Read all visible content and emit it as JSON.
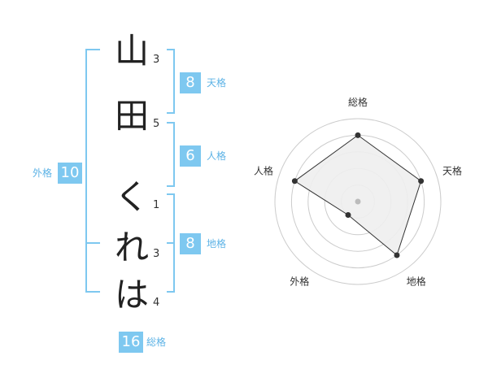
{
  "characters": [
    {
      "char": "山",
      "strokes": "3"
    },
    {
      "char": "田",
      "strokes": "5"
    },
    {
      "char": "く",
      "strokes": "1"
    },
    {
      "char": "れ",
      "strokes": "3"
    },
    {
      "char": "は",
      "strokes": "4"
    }
  ],
  "kakusu": {
    "tenkaku": {
      "label": "天格",
      "value": "8"
    },
    "jinkaku": {
      "label": "人格",
      "value": "6"
    },
    "chikaku": {
      "label": "地格",
      "value": "8"
    },
    "gaikaku": {
      "label": "外格",
      "value": "10"
    },
    "soukaku": {
      "label": "総格",
      "value": "16"
    }
  },
  "chart_data": {
    "type": "radar",
    "axes": [
      "総格",
      "天格",
      "地格",
      "外格",
      "人格"
    ],
    "values": [
      4,
      4,
      4,
      1,
      4
    ],
    "rmax": 5,
    "rings": 5,
    "colors": {
      "ring": "#cccccc",
      "fill": "#eeeeee",
      "line": "#333333",
      "point": "#333333",
      "center": "#bbbbbb"
    }
  },
  "colors": {
    "accent": "#7ec8f0",
    "label_text": "#5db3e6"
  }
}
